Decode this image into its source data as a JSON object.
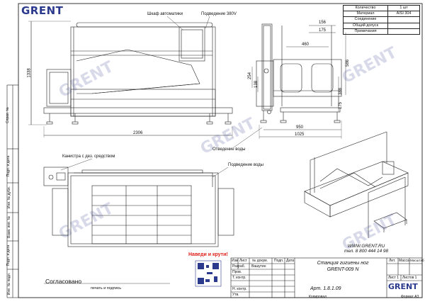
{
  "brand": "GRENT",
  "spec_table": [
    {
      "key": "Количество",
      "value": "1 шт"
    },
    {
      "key": "Материал",
      "value": "AISI 304"
    },
    {
      "key": "Соединение",
      "value": ""
    },
    {
      "key": "Общий допуск",
      "value": ""
    },
    {
      "key": "Примечания",
      "value": ""
    }
  ],
  "callouts": {
    "cabinet": "Шкаф автоматики",
    "power": "Подведение 380V",
    "canister": "Канистра с дез. средством",
    "drain": "Отведение воды",
    "water": "Подведение воды"
  },
  "dimensions": {
    "height": "1338",
    "length": "2306",
    "w156": "156",
    "w175": "175",
    "w460": "460",
    "h254": "254",
    "h138": "138",
    "h586": "586",
    "h388": "388",
    "h175": "175",
    "w950": "950",
    "w1025": "1025"
  },
  "side_labels": [
    "Справ. №",
    "Подп. и дата",
    "Инв. № дубл.",
    "Взам. инв. №",
    "Подп. и дата",
    "Инв. № подл."
  ],
  "title_block": {
    "headers": [
      "Изм",
      "Лист",
      "№ докум.",
      "Подп.",
      "Дата"
    ],
    "rows": [
      {
        "role": "Разраб.",
        "name": "Вашутин"
      },
      {
        "role": "Пров.",
        "name": ""
      },
      {
        "role": "Т. контр.",
        "name": ""
      },
      {
        "role": "",
        "name": ""
      },
      {
        "role": "Н. контр.",
        "name": ""
      },
      {
        "role": "Утв.",
        "name": ""
      }
    ],
    "lit": "Лит.",
    "mass": "Масса",
    "scale": "Масштаб",
    "sheet": "Лист 1",
    "sheets": "Листов 1"
  },
  "website": "WWW.GRENT.RU",
  "phone": "тел. 8 800 444 14 98",
  "title": "Станция гигиены ног",
  "model": "GRENT-009 N",
  "article": "Арт. 1.8.1.09",
  "promo": "Наведи и крути!",
  "agreed": "Согласовано",
  "sign_caption": "печать и подпись",
  "copied": "Копировал",
  "format": "Формат А3",
  "colors": {
    "brand": "#2b3a8c",
    "promo": "#e0211a"
  }
}
